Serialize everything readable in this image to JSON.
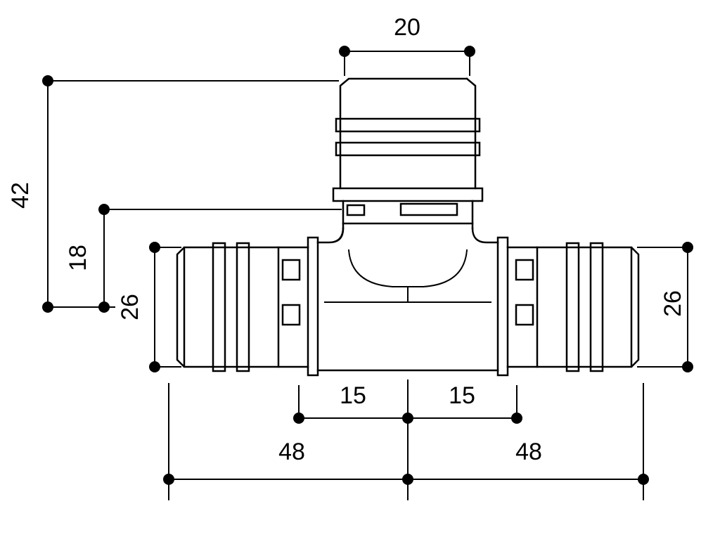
{
  "drawing": {
    "type": "technical-dimension-drawing",
    "subject": "tee-press-fitting",
    "colors": {
      "line": "#000000",
      "background": "#ffffff"
    },
    "dimensions": {
      "dim_20_top": "20",
      "dim_42_left": "42",
      "dim_18_left": "18",
      "dim_26_left": "26",
      "dim_26_right": "26",
      "dim_15_left": "15",
      "dim_15_right": "15",
      "dim_48_left": "48",
      "dim_48_right": "48"
    }
  }
}
